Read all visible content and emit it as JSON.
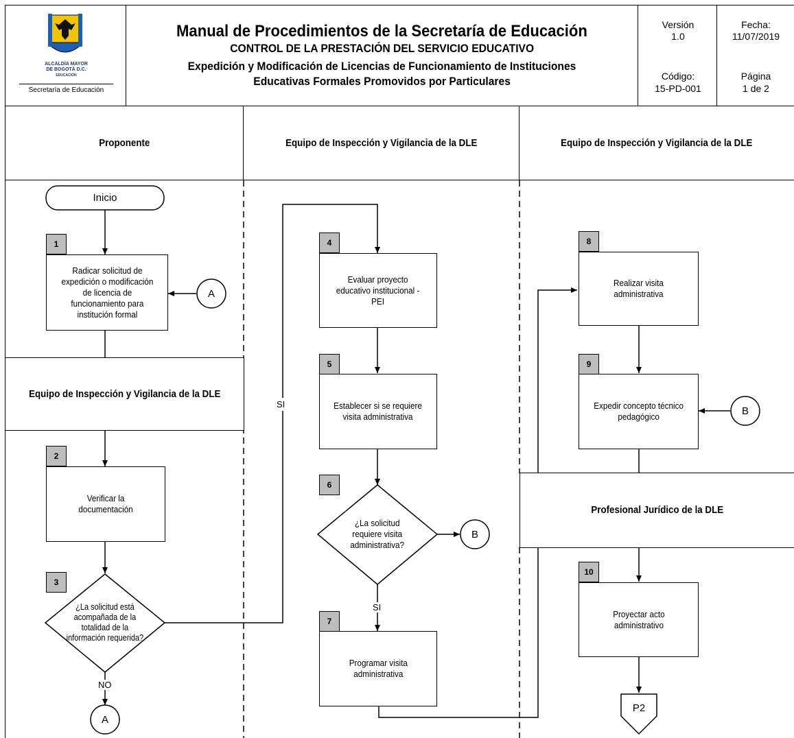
{
  "header": {
    "logo": {
      "line1": "ALCALDÍA MAYOR",
      "line2": "DE BOGOTÁ D.C.",
      "line3": "EDUCACIÓN",
      "subtitle": "Secretaría de Educación"
    },
    "title": "Manual de Procedimientos de la Secretaría de Educación",
    "subtitle1": "CONTROL DE LA PRESTACIÓN DEL SERVICIO EDUCATIVO",
    "subtitle2": "Expedición y Modificación de Licencias de Funcionamiento de Instituciones",
    "subtitle3": "Educativas Formales Promovidos por Particulares",
    "version_label": "Versión",
    "version_value": "1.0",
    "date_label": "Fecha:",
    "date_value": "11/07/2019",
    "code_label": "Código:",
    "code_value": "15-PD-001",
    "page_label": "Página",
    "page_value": "1 de 2"
  },
  "lanes": {
    "lane1": "Proponente",
    "lane2": "Equipo de Inspección y Vigilancia de la DLE",
    "lane3": "Equipo de Inspección y Vigilancia de la DLE",
    "sub_lane1": "Equipo de Inspección y Vigilancia de la DLE",
    "sub_lane3": "Profesional Jurídico de la DLE"
  },
  "flow": {
    "start": "Inicio",
    "steps": [
      {
        "num": "1",
        "lines": [
          "Radicar solicitud de",
          "expedición o modificación",
          "de licencia de",
          "funcionamiento para",
          "institución formal"
        ]
      },
      {
        "num": "2",
        "lines": [
          "Verificar la",
          "documentación"
        ]
      },
      {
        "num": "3",
        "lines": [
          "¿La solicitud está",
          "acompañada de la",
          "totalidad de la",
          "información requerida?"
        ]
      },
      {
        "num": "4",
        "lines": [
          "Evaluar proyecto",
          "educativo institucional -",
          "PEI"
        ]
      },
      {
        "num": "5",
        "lines": [
          "Establecer si se requiere",
          "visita administrativa"
        ]
      },
      {
        "num": "6",
        "lines": [
          "¿La solicitud",
          "requiere visita",
          "administrativa?"
        ]
      },
      {
        "num": "7",
        "lines": [
          "Programar visita",
          "administrativa"
        ]
      },
      {
        "num": "8",
        "lines": [
          "Realizar visita",
          "administrativa"
        ]
      },
      {
        "num": "9",
        "lines": [
          "Expedir concepto técnico",
          "pedagógico"
        ]
      },
      {
        "num": "10",
        "lines": [
          "Proyectar acto",
          "administrativo"
        ]
      }
    ],
    "connectors": {
      "a": "A",
      "b": "B",
      "page": "P2"
    },
    "labels": {
      "yes": "SI",
      "no": "NO"
    }
  }
}
